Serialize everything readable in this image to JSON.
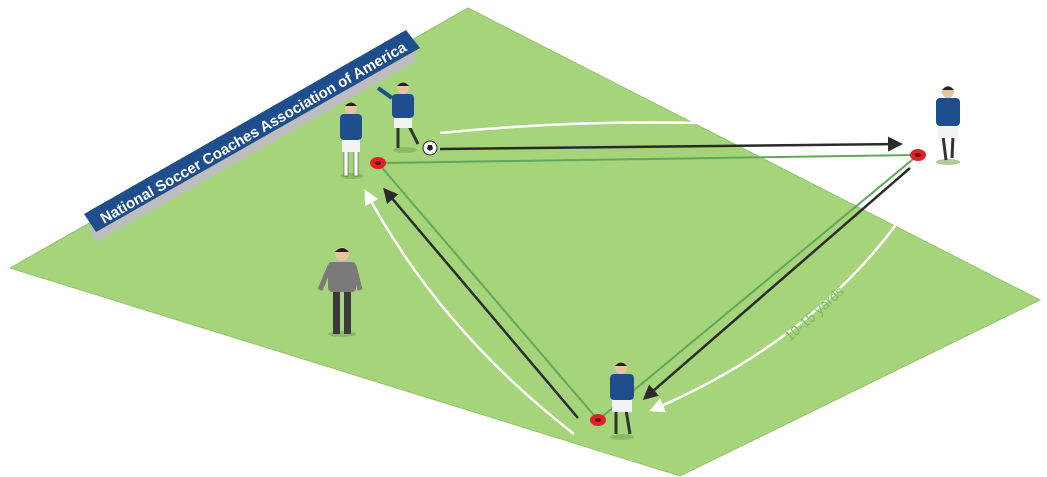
{
  "banner": {
    "text": "National Soccer Coaches Association of America",
    "color": "#1f4e8c"
  },
  "distance_label": "10-15 yards",
  "colors": {
    "field": "#a5d47a",
    "field_edge": "#8fc263",
    "boundary_line": "#62a85a",
    "pass_arrow": "#2b2b2b",
    "run_arrow": "#ffffff",
    "cone": "#e0202a",
    "jersey": "#1f4e8c",
    "coach_shirt": "#7a7a7a"
  },
  "players": [
    {
      "role": "player",
      "id": "top-left-waiting"
    },
    {
      "role": "player",
      "id": "top-left-passer"
    },
    {
      "role": "player",
      "id": "top-right"
    },
    {
      "role": "player",
      "id": "bottom"
    },
    {
      "role": "coach",
      "id": "coach"
    }
  ]
}
